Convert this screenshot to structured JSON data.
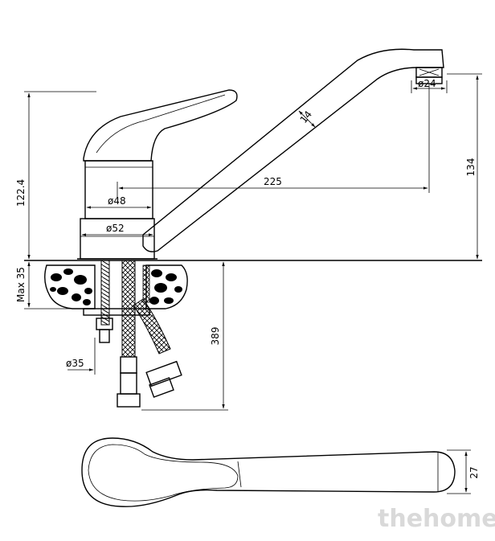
{
  "dimensions": {
    "height_total": "122.4",
    "max_deck": "Max 35",
    "diameter_48": "ø48",
    "diameter_52": "ø52",
    "reach": "225",
    "spout_height": "134",
    "tube": "14",
    "aerator": "ø24",
    "hose_length": "389",
    "shank": "ø35",
    "handle_height": "27"
  },
  "watermark": "thehome"
}
